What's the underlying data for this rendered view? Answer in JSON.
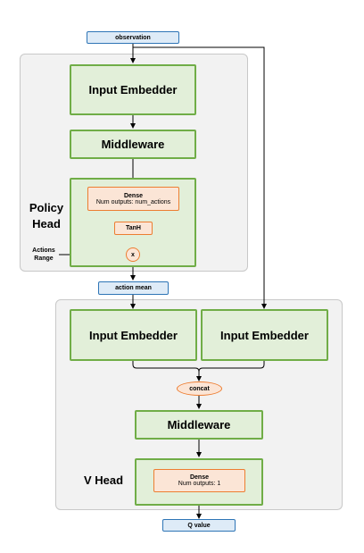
{
  "inputs": {
    "observation": "observation",
    "action_mean": "action mean"
  },
  "policy": {
    "title_line1": "Policy",
    "title_line2": "Head",
    "input_embedder": "Input Embedder",
    "middleware": "Middleware",
    "dense_title": "Dense",
    "dense_sub": "Num outputs: num_actions",
    "tanh": "TanH",
    "multiply": "x",
    "actions_range_line1": "Actions",
    "actions_range_line2": "Range"
  },
  "q": {
    "input_embedder_left": "Input Embedder",
    "input_embedder_right": "Input Embedder",
    "concat": "concat",
    "middleware": "Middleware",
    "vhead": "V Head",
    "dense_title": "Dense",
    "dense_sub": "Num outputs: 1"
  },
  "output": {
    "q_value": "Q value"
  },
  "colors": {
    "green_fill": "#e2efd9",
    "green_border": "#70ad47",
    "blue_fill": "#deebf7",
    "blue_border": "#2e75b6",
    "orange_fill": "#fbe5d6",
    "orange_border": "#ed7d31",
    "panel_fill": "#f2f2f2",
    "panel_border": "#c8c8c8"
  }
}
